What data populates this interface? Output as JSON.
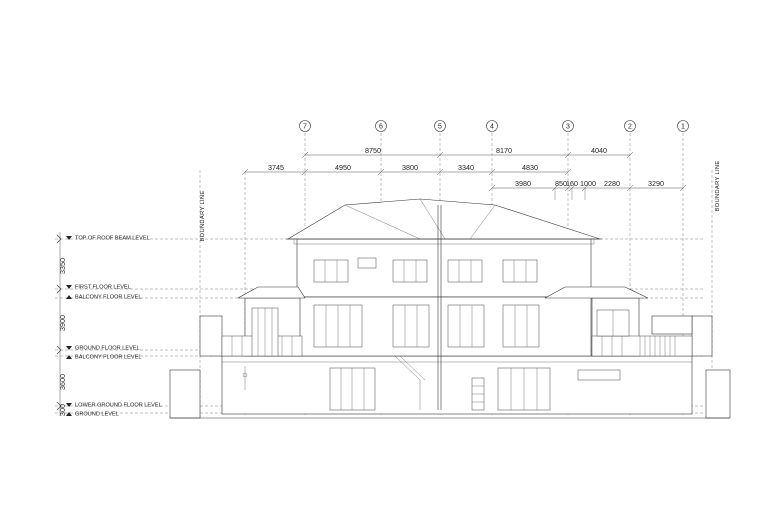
{
  "grid_lines": [
    {
      "label": "7"
    },
    {
      "label": "6"
    },
    {
      "label": "5"
    },
    {
      "label": "4"
    },
    {
      "label": "3"
    },
    {
      "label": "2"
    },
    {
      "label": "1"
    }
  ],
  "dimensions": {
    "row1": [
      "8750",
      "8170",
      "4040"
    ],
    "row2": [
      "3745",
      "4950",
      "3800",
      "3340",
      "4830"
    ],
    "row3": [
      "3980",
      "850",
      "160",
      "1000",
      "2280",
      "3290"
    ]
  },
  "vertical_dimensions": [
    "3350",
    "3900",
    "3600",
    "300"
  ],
  "levels": {
    "top_of_roof_beam": "TOP OF ROOF BEAM LEVEL",
    "first_floor": "FIRST FLOOR LEVEL",
    "balcony_floor_upper": "BALCONY FLOOR LEVEL",
    "ground_floor": "GROUND FLOOR LEVEL",
    "balcony_floor_lower": "BALCONY FLOOR LEVEL",
    "lower_ground_floor": "LOWER GROUND FLOOR LEVEL",
    "ground": "GROUND LEVEL"
  },
  "boundary": {
    "left": "BOUNDARY LINE",
    "right": "BOUNDARY LINE"
  }
}
